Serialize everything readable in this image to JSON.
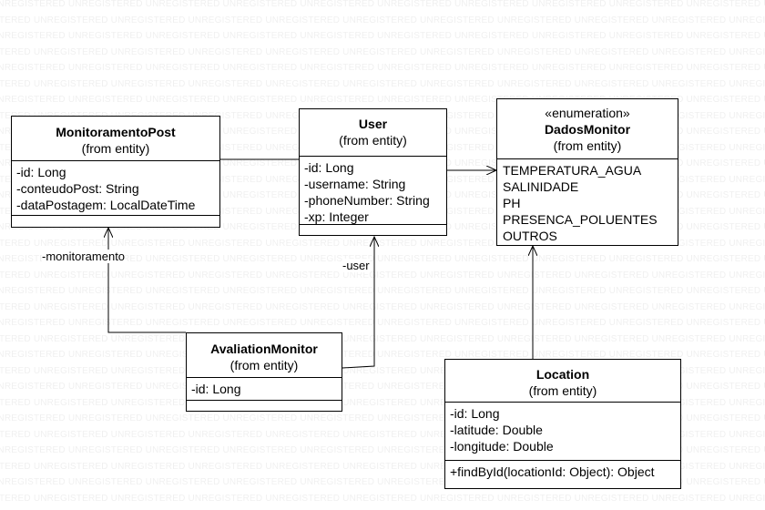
{
  "watermark_text": "UNREGISTERED",
  "classes": {
    "monitoramento_post": {
      "name": "MonitoramentoPost",
      "from": "(from entity)",
      "attributes": [
        "-id: Long",
        "-conteudoPost: String",
        "-dataPostagem: LocalDateTime"
      ],
      "operations": []
    },
    "user": {
      "name": "User",
      "from": "(from entity)",
      "attributes": [
        "-id: Long",
        "-username: String",
        "-phoneNumber: String",
        "-xp: Integer"
      ],
      "operations": []
    },
    "dados_monitor": {
      "stereotype": "«enumeration»",
      "name": "DadosMonitor",
      "from": "(from entity)",
      "literals": [
        "TEMPERATURA_AGUA",
        "SALINIDADE",
        "PH",
        "PRESENCA_POLUENTES",
        "OUTROS"
      ]
    },
    "avaliation_monitor": {
      "name": "AvaliationMonitor",
      "from": "(from entity)",
      "attributes": [
        "-id: Long"
      ],
      "operations": []
    },
    "location": {
      "name": "Location",
      "from": "(from entity)",
      "attributes": [
        "-id: Long",
        "-latitude: Double",
        "-longitude: Double"
      ],
      "operations": [
        "+findById(locationId: Object): Object"
      ]
    }
  },
  "associations": {
    "monitoramento_role": "-monitoramento",
    "user_role": "-user"
  },
  "colors": {
    "line": "#000000",
    "watermark": "#f0f0f0"
  }
}
